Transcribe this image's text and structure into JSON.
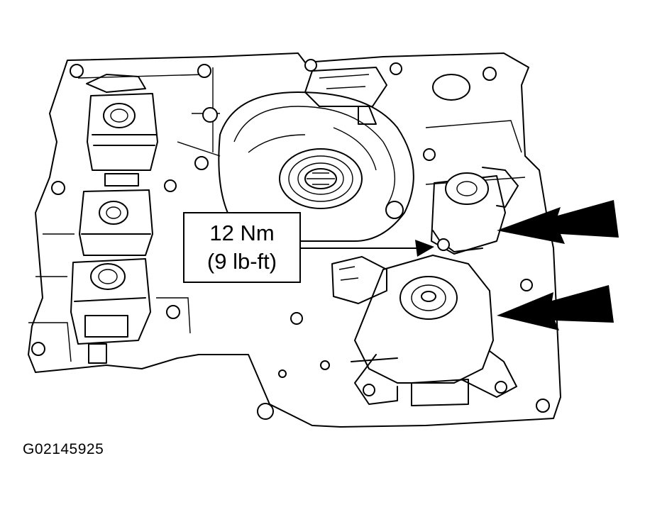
{
  "callout": {
    "torque_metric": "12 Nm",
    "torque_imperial": "(9 lb-ft)"
  },
  "figure_id": "G02145925"
}
